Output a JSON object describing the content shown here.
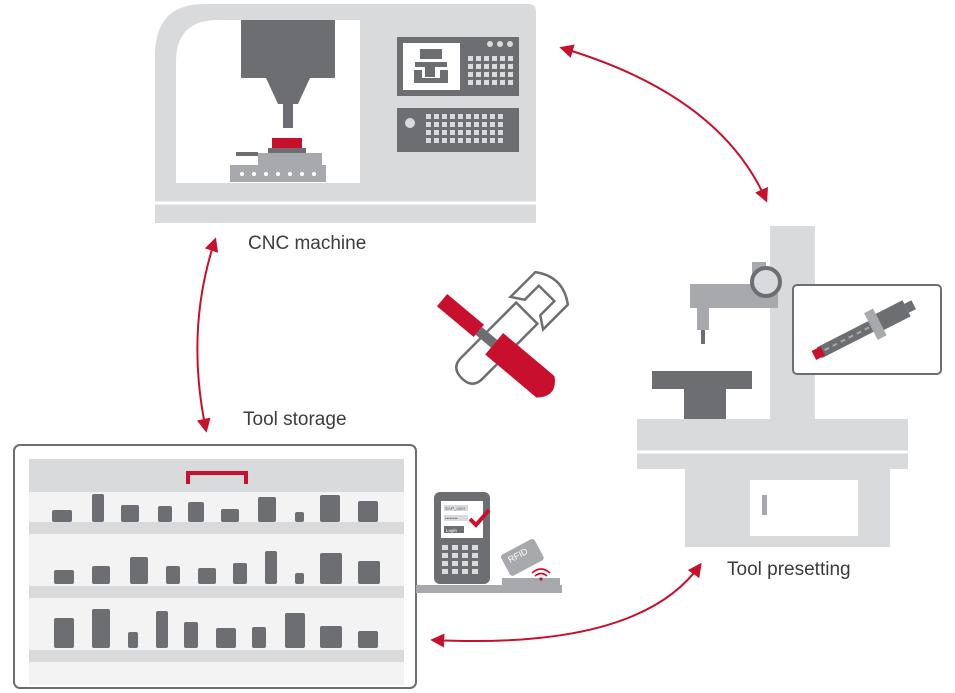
{
  "labels": {
    "cnc_machine": "CNC machine",
    "tool_storage": "Tool storage",
    "tool_presetting": "Tool presetting"
  },
  "terminal": {
    "user_field": "SAP_user",
    "password_field": "••••••••",
    "login_button": "Login"
  },
  "rfid_card": {
    "text": "RFID"
  },
  "icons": {
    "center": "screwdriver-wrench-icon",
    "check": "checkmark-icon",
    "wireless": "wireless-signal-icon"
  },
  "colors": {
    "accent_red": "#c8102e",
    "light_gray": "#d9dadc",
    "mid_gray": "#a7a9ac",
    "dark_gray": "#6d6e71",
    "text": "#3c3c3c"
  }
}
